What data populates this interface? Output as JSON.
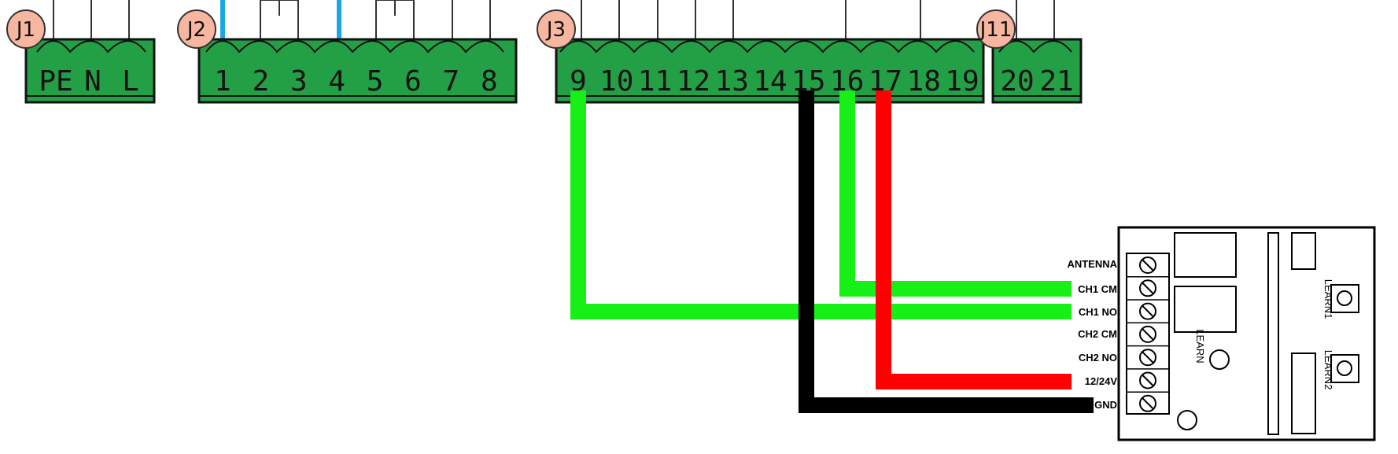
{
  "colors": {
    "terminal_green": "#23a046",
    "tag_fill": "#f7b6a0",
    "wire_green": "#16f016",
    "wire_red": "#ff0000",
    "wire_black": "#000000",
    "wire_blue": "#18a8e8"
  },
  "connectors": [
    {
      "id": "J1",
      "label": "J1",
      "pins": [
        "PE",
        "N",
        "L"
      ]
    },
    {
      "id": "J2",
      "label": "J2",
      "pins": [
        "1",
        "2",
        "3",
        "4",
        "5",
        "6",
        "7",
        "8"
      ]
    },
    {
      "id": "J3",
      "label": "J3",
      "pins": [
        "9",
        "10",
        "11",
        "12",
        "13",
        "14",
        "15",
        "16",
        "17",
        "18",
        "19"
      ]
    },
    {
      "id": "J11",
      "label": "J11",
      "pins": [
        "20",
        "21"
      ]
    }
  ],
  "receiver": {
    "pins": [
      "ANTENNA",
      "CH1 CM",
      "CH1 NO",
      "CH2 CM",
      "CH2 NO",
      "12/24V",
      "GND"
    ],
    "learn_label": "LEARN",
    "learn1_label": "LEARN1",
    "learn2_label": "LEARN2"
  },
  "wires": [
    {
      "from": "9",
      "to": "CH1 NO",
      "color": "green"
    },
    {
      "from": "16",
      "to": "CH1 CM",
      "color": "green"
    },
    {
      "from": "17",
      "to": "12/24V",
      "color": "red"
    },
    {
      "from": "15",
      "to": "GND",
      "color": "black"
    }
  ]
}
